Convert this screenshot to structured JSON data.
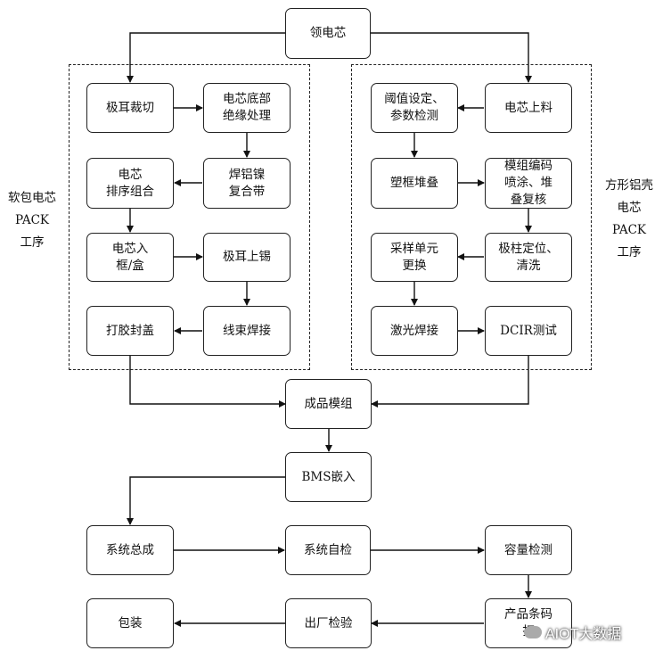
{
  "boxes": {
    "ling_dianxin": "领电芯",
    "jier_caiqie": "极耳裁切",
    "dixin_dibu": "电芯底部\n绝缘处理",
    "dianxin_paixu": "电芯\n排序组合",
    "hanlv_nie": "焊铝镍\n复合带",
    "dianxin_ru": "电芯入\n框/盒",
    "jier_shangxi": "极耳上锡",
    "dajiao": "打胶封盖",
    "xianshu": "线束焊接",
    "yuzhi": "阈值设定、\n参数检测",
    "dianxin_shangliao": "电芯上料",
    "suokuang": "塑框堆叠",
    "mozu_bianma": "模组编码\n喷涂、堆\n叠复核",
    "caiyang": "采样单元\n更换",
    "jizhu": "极柱定位、\n清洗",
    "jiguang": "激光焊接",
    "dcir": "DCIR测试",
    "chengpin": "成品模组",
    "bms": "BMS嵌入",
    "xitong_zongcheng": "系统总成",
    "xitong_zijian": "系统自检",
    "rongliang": "容量检测",
    "chanpin_tiaoma": "产品条码\n打",
    "chuchang": "出厂检验",
    "baozhuang": "包装"
  },
  "side_labels": {
    "left": [
      "软包电芯",
      "PACK",
      "工序"
    ],
    "right": [
      "方形铝壳",
      "电芯",
      "PACK",
      "工序"
    ]
  },
  "watermark": "AIOT大数据"
}
